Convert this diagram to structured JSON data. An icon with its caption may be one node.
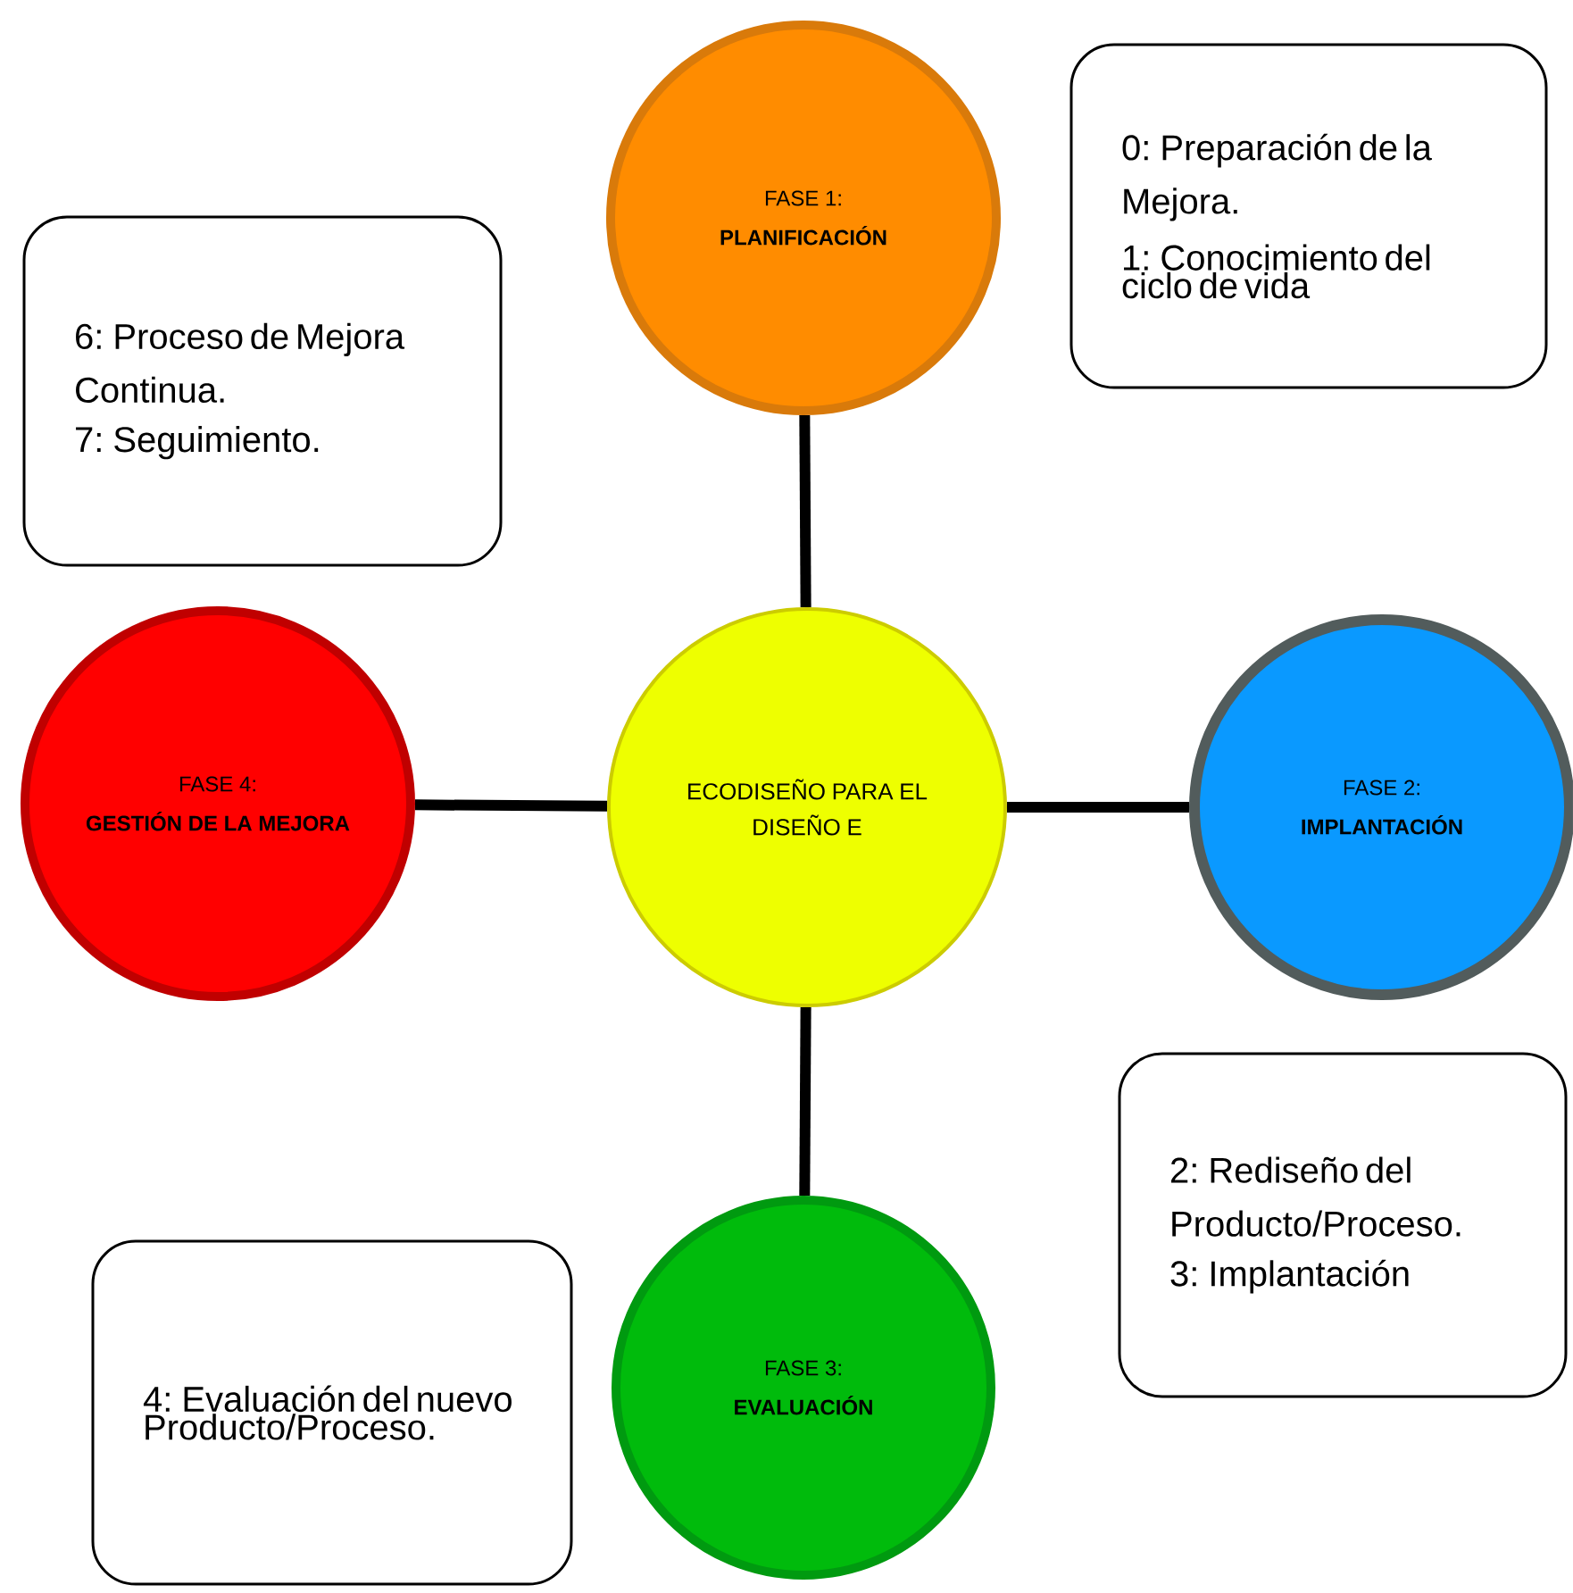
{
  "diagram": {
    "nodes": [
      {
        "text": [
          "FASE 1:",
          "PLANIFICACIÓN"
        ]
      },
      {
        "text": [
          "0: Preparación de la Mejora.",
          "1: Conocimiento del ciclo de vida"
        ]
      },
      {
        "text": [
          "6: Proceso de Mejora Continua.",
          "7: Seguimiento."
        ]
      },
      {
        "text": [
          "FASE 4:",
          "GESTIÓN DE LA MEJORA"
        ]
      },
      {
        "text": [
          "ECODISEÑO PARA EL",
          "DISEÑO E"
        ]
      },
      {
        "text": [
          "FASE 2:",
          "IMPLANTACIÓN"
        ]
      },
      {
        "text": [
          "2: Rediseño del Producto/Proceso.",
          "3: Implantación"
        ]
      },
      {
        "text": [
          "4: Evaluación del nuevo Producto/Proceso."
        ]
      },
      {
        "text": [
          "FASE 3:",
          "EVALUACIÓN"
        ]
      }
    ],
    "edges": [
      {
        "from": 4,
        "to": 0,
        "arrow": "none"
      },
      {
        "from": 4,
        "to": 5,
        "arrow": "none"
      },
      {
        "from": 4,
        "to": 8,
        "arrow": "none"
      },
      {
        "from": 4,
        "to": 3,
        "arrow": "none"
      }
    ]
  }
}
